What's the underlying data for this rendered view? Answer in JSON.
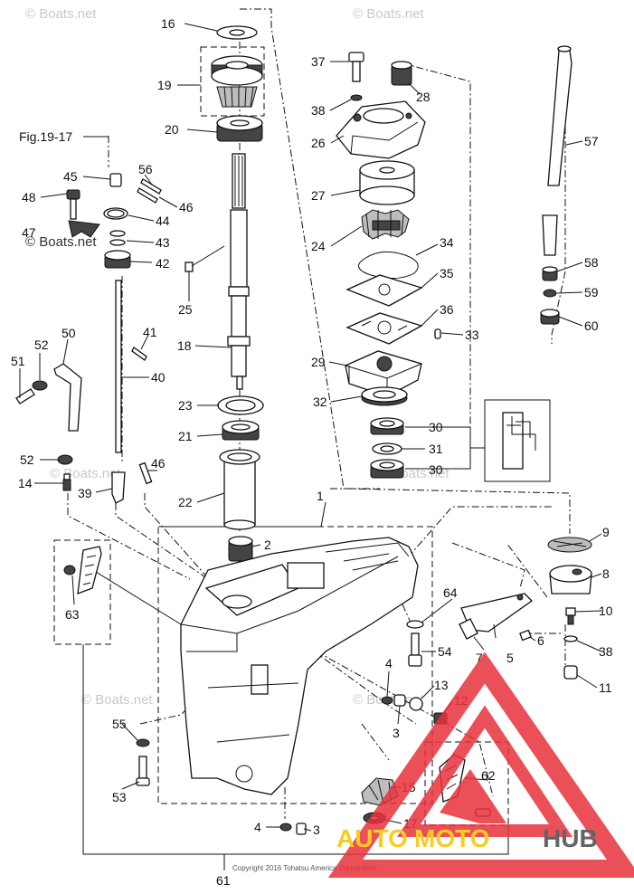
{
  "watermark": "© Boats.net",
  "copyright": "Copyright 2016 Tohatsu America Corporation",
  "logo": {
    "text_auto": "AUTO",
    "text_moto": "MOTO",
    "text_hub": "HUB",
    "color_red": "#e8323c",
    "color_yellow": "#f5c400",
    "color_gray": "#4a4a4a"
  },
  "fig_ref": "Fig.19-17",
  "callouts": {
    "c1": "1",
    "c2": "2",
    "c3a": "3",
    "c3b": "3",
    "c4a": "4",
    "c4b": "4",
    "c5": "5",
    "c6": "6",
    "c7": "7",
    "c8": "8",
    "c9": "9",
    "c10": "10",
    "c11": "11",
    "c12": "12",
    "c13": "13",
    "c14": "14",
    "c15": "15",
    "c16": "16",
    "c17": "17",
    "c18": "18",
    "c19": "19",
    "c20": "20",
    "c21": "21",
    "c22": "22",
    "c23": "23",
    "c24": "24",
    "c25": "25",
    "c26": "26",
    "c27": "27",
    "c28": "28",
    "c29": "29",
    "c30a": "30",
    "c30b": "30",
    "c31": "31",
    "c32": "32",
    "c33": "33",
    "c34": "34",
    "c35": "35",
    "c36": "36",
    "c37": "37",
    "c38a": "38",
    "c38b": "38",
    "c39": "39",
    "c40": "40",
    "c41": "41",
    "c42": "42",
    "c43": "43",
    "c44": "44",
    "c45": "45",
    "c46a": "46",
    "c46b": "46",
    "c47": "47",
    "c48": "48",
    "c50": "50",
    "c51": "51",
    "c52a": "52",
    "c52b": "52",
    "c53": "53",
    "c54": "54",
    "c55": "55",
    "c56": "56",
    "c57": "57",
    "c58": "58",
    "c59": "59",
    "c60": "60",
    "c61": "61",
    "c62": "62",
    "c63": "63",
    "c64": "64"
  }
}
